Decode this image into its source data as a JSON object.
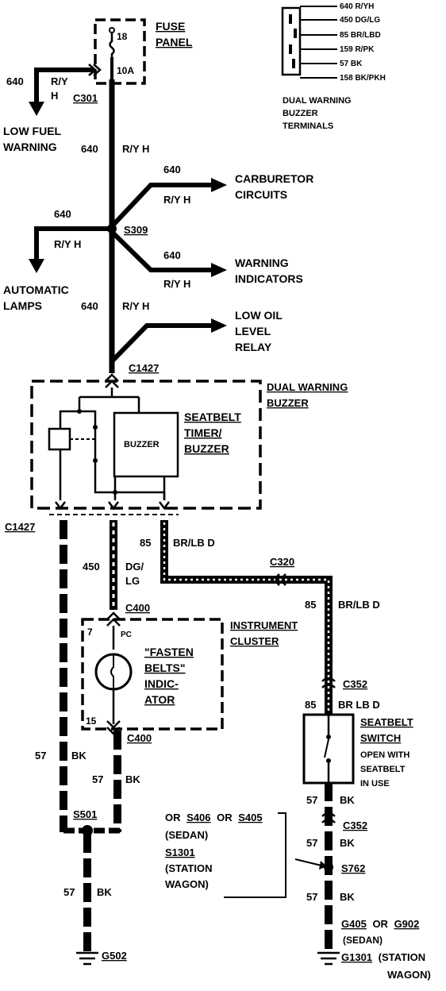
{
  "legend": {
    "terminals": [
      "640 R/YH",
      "450 DG/LG",
      "85 BR/LBD",
      "159 R/PK",
      "57 BK",
      "158 BK/PKH"
    ],
    "caption_lines": [
      "DUAL WARNING",
      "BUZZER",
      "TERMINALS"
    ]
  },
  "fuse": {
    "title_lines": [
      "FUSE",
      "PANEL"
    ],
    "pin": "18",
    "rating": "10A"
  },
  "connectors": {
    "c301": "C301",
    "s309": "S309",
    "c1427_top": "C1427",
    "c1427_left": "C1427",
    "c320": "C320",
    "c400_top": "C400",
    "c400_bottom": "C400",
    "c352_top": "C352",
    "c352_bottom": "C352",
    "s501": "S501",
    "s762": "S762",
    "g502": "G502"
  },
  "branches": {
    "low_fuel_lines": [
      "LOW FUEL",
      "WARNING"
    ],
    "carburetor_lines": [
      "CARBURETOR",
      "CIRCUITS"
    ],
    "automatic_lines": [
      "AUTOMATIC",
      "LAMPS"
    ],
    "warning_lines": [
      "WARNING",
      "INDICATORS"
    ],
    "low_oil_lines": [
      "LOW OIL",
      "LEVEL",
      "RELAY"
    ]
  },
  "wires": {
    "c640": "640",
    "ryh": "R/Y H",
    "ry_split": "R/Y",
    "h_split": "H",
    "c450": "450",
    "dg": "DG/",
    "lg": "LG",
    "c85": "85",
    "brlbd": "BR/LB D",
    "br_lbd": "BR LB D",
    "c57": "57",
    "bk": "BK"
  },
  "buzzer": {
    "title_lines": [
      "DUAL WARNING",
      "BUZZER"
    ],
    "timer_lines": [
      "SEATBELT",
      "TIMER/",
      "BUZZER"
    ],
    "inner": "BUZZER"
  },
  "cluster": {
    "title_lines": [
      "INSTRUMENT",
      "CLUSTER"
    ],
    "pin_top": "7",
    "pc": "PC",
    "pin_bottom": "15",
    "indicator_lines": [
      "\"FASTEN",
      "BELTS\"",
      "INDIC-",
      "ATOR"
    ]
  },
  "seatbelt_switch": {
    "title_lines": [
      "SEATBELT",
      "SWITCH"
    ],
    "note_lines": [
      "OPEN WITH",
      "SEATBELT",
      "IN USE"
    ]
  },
  "s762_note": {
    "line1_prefix": "OR",
    "s406": "S406",
    "mid": "OR",
    "s405": "S405",
    "sedan": "(SEDAN)",
    "s1301": "S1301",
    "station": "(STATION",
    "wagon": "WAGON)"
  },
  "ground_right": {
    "g405": "G405",
    "or_text": "OR",
    "g902": "G902",
    "sedan": "(SEDAN)",
    "g1301": "G1301",
    "station": "(STATION",
    "wagon": "WAGON)"
  }
}
